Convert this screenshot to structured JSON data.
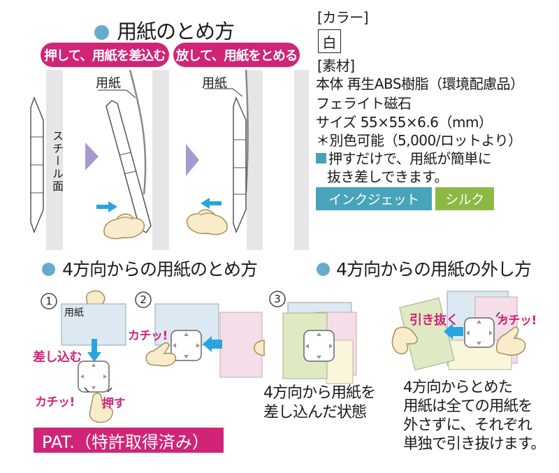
{
  "fasten": {
    "title": "用紙のとめ方",
    "pill_push": "押して、用紙を差込む",
    "pill_release": "放して、用紙をとめる",
    "paper_label_1": "用紙",
    "paper_label_2": "用紙",
    "steel_label": "スチール面"
  },
  "specs": {
    "color_header": "[カラー]",
    "color_value": "白",
    "material_header": "[素材]",
    "material_line1": "本体 再生ABS樹脂（環境配慮品）",
    "material_line2": "フェライト磁石",
    "size_line": "サイズ 55×55×6.6（mm）",
    "note_line": "＊別色可能（5,000/ロットより）",
    "feature_line1": "押すだけで、用紙が簡単に",
    "feature_line2": "抜き差しできます。",
    "tags": [
      {
        "label": "インクジェット",
        "color": "#47a4bb"
      },
      {
        "label": "シルク",
        "color": "#8bb944"
      }
    ]
  },
  "four_fasten": {
    "title": "4方向からの用紙のとめ方",
    "steps": [
      {
        "num": "1"
      },
      {
        "num": "2"
      },
      {
        "num": "3"
      }
    ],
    "paper_label": "用紙",
    "insert_label": "差し込む",
    "click1": "カチッ!",
    "push_label": "押す",
    "click2": "カチッ!",
    "caption_line1": "4方向から用紙を",
    "caption_line2": "差し込んだ状態",
    "pat": "PAT.（特許取得済み）"
  },
  "four_remove": {
    "title": "4方向からの用紙の外し方",
    "pull_label": "引き抜く",
    "click": "カチッ!",
    "caption_line1": "4方向からとめた",
    "caption_line2": "用紙は全ての用紙を",
    "caption_line3": "外さずに、それぞれ",
    "caption_line4": "単独で引き抜けます。"
  },
  "colors": {
    "magenta": "#d02577",
    "heading_bullet": "#66abce",
    "arrow_blue": "#29a4e1",
    "arrow_purple": "#a89ad0",
    "tag_inkjet": "#47a4bb",
    "tag_silk": "#8bb944"
  }
}
